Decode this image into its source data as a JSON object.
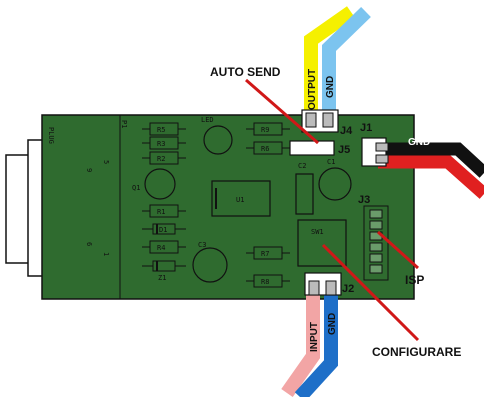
{
  "annotations": {
    "auto_send": "AUTO SEND",
    "configurare": "CONFIGURARE",
    "isp": "ISP"
  },
  "connectors": {
    "j1": "J1",
    "j2": "J2",
    "j3": "J3",
    "j4": "J4",
    "j5": "J5"
  },
  "wires": {
    "output": "OUTPUT",
    "gnd_top": "GND",
    "gnd_right": "GND",
    "input": "INPUT",
    "gnd_bottom": "GND"
  },
  "silkscreen": {
    "plug": "PLUG",
    "p1": "P1",
    "led": "LED",
    "q1": "Q1",
    "u1": "U1",
    "c1": "C1",
    "c2": "C2",
    "c3": "C3",
    "sw1": "SW1",
    "d1": "D1",
    "z1": "Z1",
    "pin5": "5",
    "pin9": "9",
    "pin6": "6",
    "pin1": "1",
    "resistors": [
      "R5",
      "R3",
      "R2",
      "R1",
      "R4",
      "R9",
      "R6",
      "R7",
      "R8"
    ]
  },
  "colors": {
    "board": "#2f6b2f",
    "output_wire": "#f5f000",
    "gnd_wire_blue": "#7cc4ef",
    "input_wire": "#f2a5a5",
    "gnd_wire_bottom": "#1e6fc8",
    "black_wire": "#111111",
    "red_wire": "#e02020",
    "pointer": "#d01818"
  }
}
